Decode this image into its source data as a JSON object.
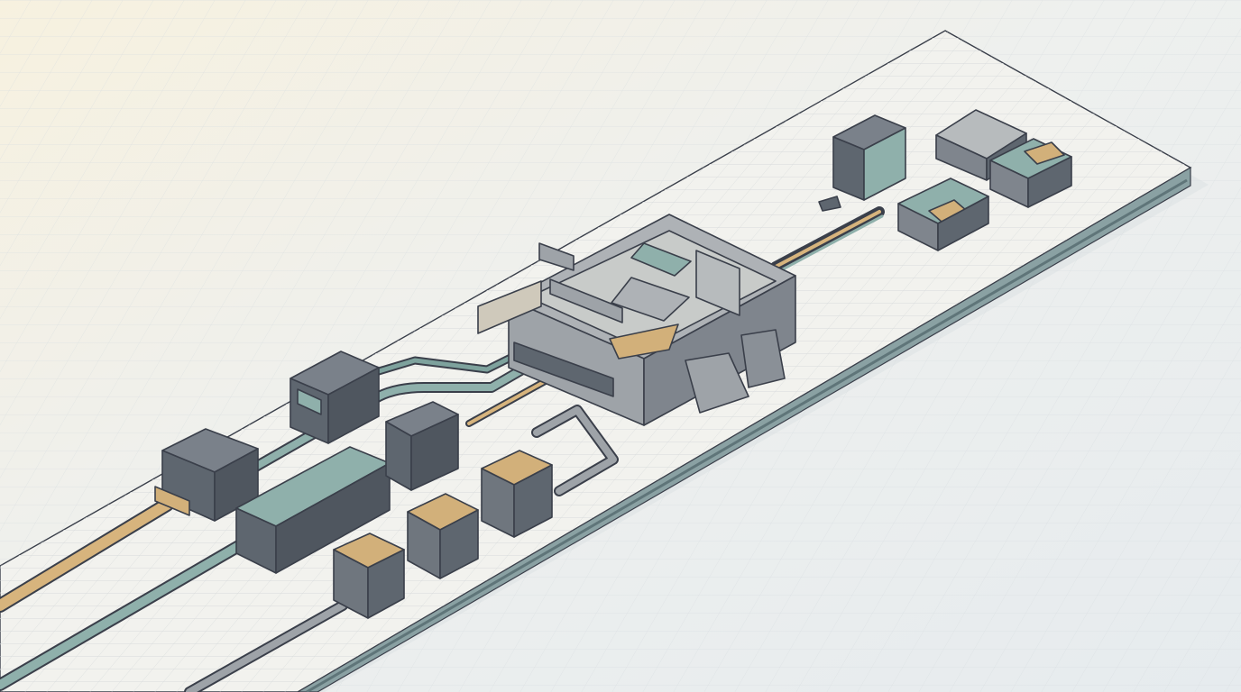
{
  "scene": {
    "subject": "isometric-data-infrastructure-illustration",
    "colors": {
      "background_light": "#f6f2e6",
      "background_grid": "#e9ecee",
      "platform_top": "#f1f1ec",
      "platform_edge": "#8aa1a3",
      "platform_rim": "#5f7579",
      "server_body": "#7a818a",
      "server_dark": "#4f565f",
      "teal_accent": "#7ea29d",
      "sand_accent": "#d2b07a",
      "outline": "#3a3f4a",
      "building_wall": "#9ea3a8",
      "building_inner": "#c8cbc9"
    },
    "elements": {
      "server_rack_clusters": 6,
      "cargo_crate_stacks": 3,
      "data_center_building": 1,
      "remote_buildings": 4,
      "cable_bundles": 3
    }
  }
}
